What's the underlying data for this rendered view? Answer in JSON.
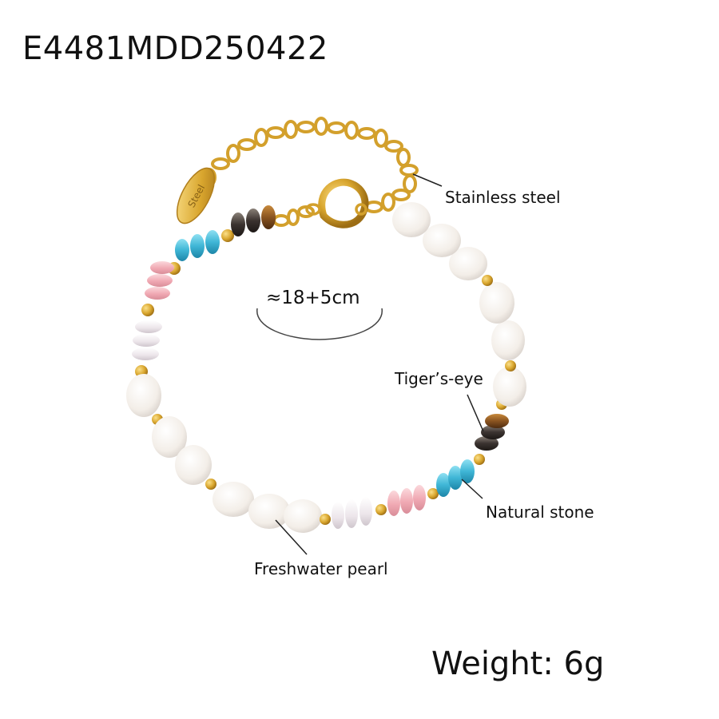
{
  "product": {
    "sku": "E4481MDD250422",
    "size": "≈18+5cm",
    "weight": "Weight: 6g",
    "tag_engraving": "Steel"
  },
  "callouts": {
    "stainless_steel": "Stainless steel",
    "tigers_eye": "Tiger’s-eye",
    "natural_stone": "Natural stone",
    "freshwater_pearl": "Freshwater pearl"
  },
  "colors": {
    "gold": "#d9a62e",
    "pearl": "#f6f1ec",
    "turquoise": "#3fb6d6",
    "rose_quartz": "#f0b3bb",
    "white_quartz": "#ece7ea",
    "tigers_eye": "#8a5420",
    "dark_stone": "#3b3330"
  }
}
